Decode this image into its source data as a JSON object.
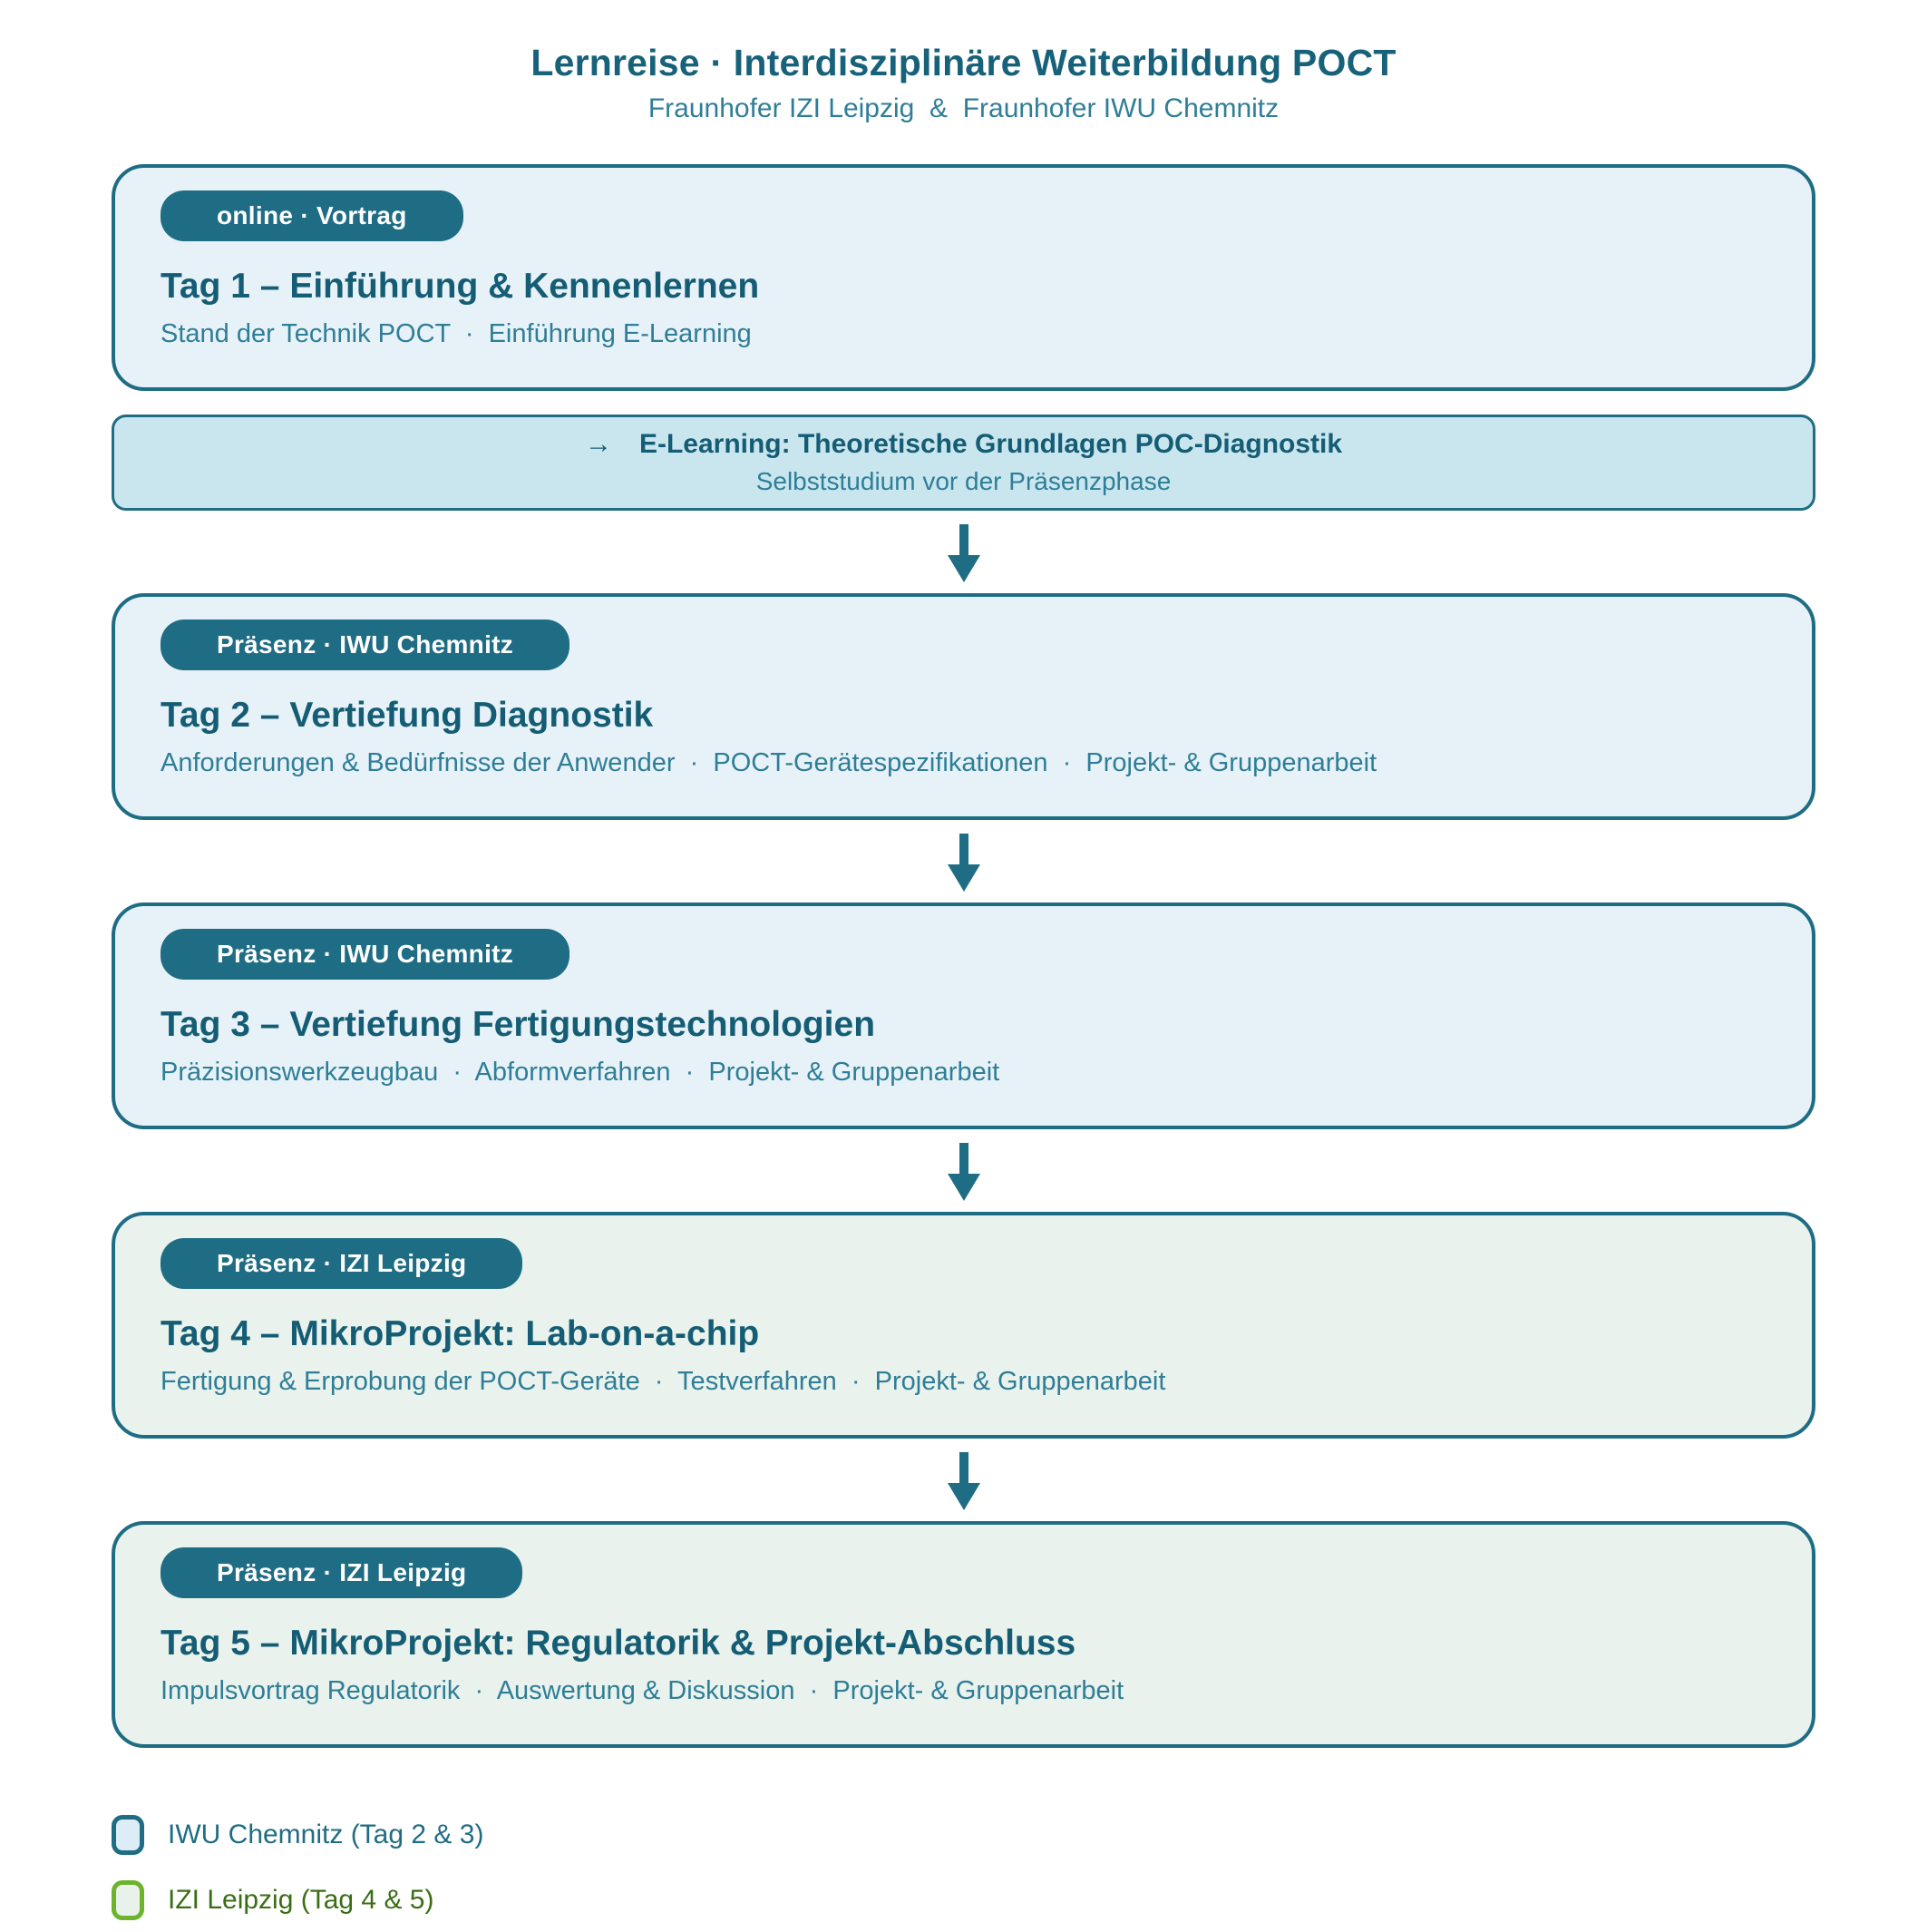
{
  "page": {
    "title": "Lernreise · Interdisziplinäre Weiterbildung POCT",
    "subtitle": "Fraunhofer IZI Leipzig  &  Fraunhofer IWU Chemnitz"
  },
  "colors": {
    "accent_teal": "#1f6d84",
    "card_blue_bg": "#e7f2f8",
    "card_green_bg": "#e9f2ec",
    "banner_bg": "#c9e6ef",
    "legend_green_border": "#6db32e",
    "legend_green_text": "#3a6e14"
  },
  "banner": {
    "arrow_icon": "→",
    "title": "E-Learning: Theoretische Grundlagen POC-Diagnostik",
    "subtitle": "Selbststudium vor der Präsenzphase"
  },
  "stages": [
    {
      "badge": "online · Vortrag",
      "title": "Tag 1 – Einführung & Kennenlernen",
      "topics": "Stand der Technik POCT  ·  Einführung E-Learning",
      "variant": "blue"
    },
    {
      "badge": "Präsenz · IWU Chemnitz",
      "title": "Tag 2 – Vertiefung Diagnostik",
      "topics": "Anforderungen & Bedürfnisse der Anwender  ·  POCT-Gerätespezifikationen  ·  Projekt- & Gruppenarbeit",
      "variant": "blue"
    },
    {
      "badge": "Präsenz · IWU Chemnitz",
      "title": "Tag 3 – Vertiefung Fertigungstechnologien",
      "topics": "Präzisionswerkzeugbau  ·  Abformverfahren  ·  Projekt- & Gruppenarbeit",
      "variant": "blue"
    },
    {
      "badge": "Präsenz · IZI Leipzig",
      "title": "Tag 4 – MikroProjekt: Lab-on-a-chip",
      "topics": "Fertigung & Erprobung der POCT-Geräte  ·  Testverfahren  ·  Projekt- & Gruppenarbeit",
      "variant": "green"
    },
    {
      "badge": "Präsenz · IZI Leipzig",
      "title": "Tag 5 – MikroProjekt: Regulatorik & Projekt-Abschluss",
      "topics": "Impulsvortrag Regulatorik  ·  Auswertung & Diskussion  ·  Projekt- & Gruppenarbeit",
      "variant": "green"
    }
  ],
  "legend": {
    "items": [
      {
        "label": "IWU Chemnitz (Tag 2 & 3)",
        "variant": "blue"
      },
      {
        "label": "IZI Leipzig (Tag 4 & 5)",
        "variant": "green"
      }
    ]
  }
}
